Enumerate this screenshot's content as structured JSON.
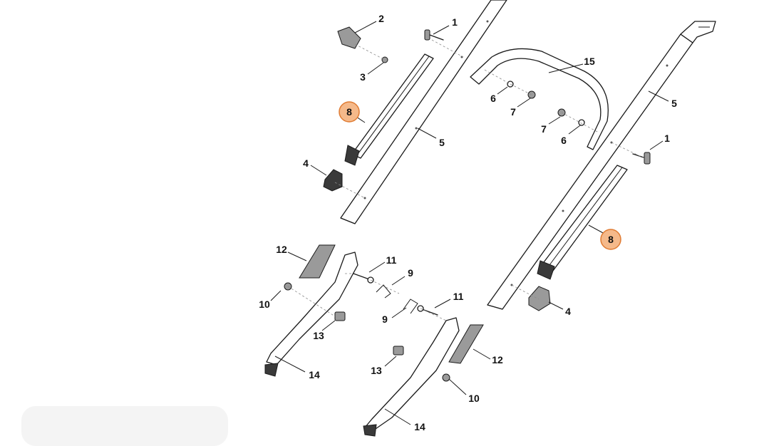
{
  "diagram": {
    "highlight_color": "#f5b98a",
    "highlight_stroke": "#e07b32",
    "callouts": [
      {
        "id": "c1a",
        "label": "1"
      },
      {
        "id": "c1b",
        "label": "1"
      },
      {
        "id": "c2",
        "label": "2"
      },
      {
        "id": "c3",
        "label": "3"
      },
      {
        "id": "c4a",
        "label": "4"
      },
      {
        "id": "c4b",
        "label": "4"
      },
      {
        "id": "c5a",
        "label": "5"
      },
      {
        "id": "c5b",
        "label": "5"
      },
      {
        "id": "c6a",
        "label": "6"
      },
      {
        "id": "c6b",
        "label": "6"
      },
      {
        "id": "c7a",
        "label": "7"
      },
      {
        "id": "c7b",
        "label": "7"
      },
      {
        "id": "c8a",
        "label": "8"
      },
      {
        "id": "c8b",
        "label": "8"
      },
      {
        "id": "c9a",
        "label": "9"
      },
      {
        "id": "c9b",
        "label": "9"
      },
      {
        "id": "c10a",
        "label": "10"
      },
      {
        "id": "c10b",
        "label": "10"
      },
      {
        "id": "c11a",
        "label": "11"
      },
      {
        "id": "c11b",
        "label": "11"
      },
      {
        "id": "c12a",
        "label": "12"
      },
      {
        "id": "c12b",
        "label": "12"
      },
      {
        "id": "c13a",
        "label": "13"
      },
      {
        "id": "c13b",
        "label": "13"
      },
      {
        "id": "c14a",
        "label": "14"
      },
      {
        "id": "c14b",
        "label": "14"
      },
      {
        "id": "c15",
        "label": "15"
      }
    ]
  }
}
